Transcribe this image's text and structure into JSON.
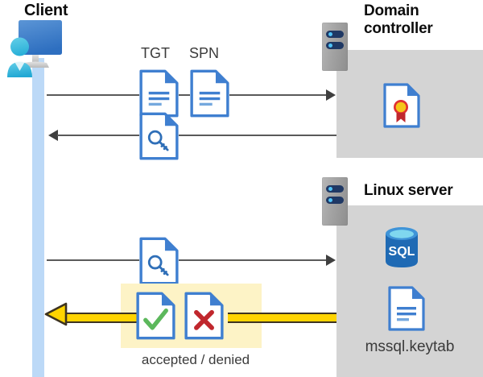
{
  "diagram": {
    "type": "sequence-diagram",
    "title_nodes": {
      "client": "Client",
      "domain_controller": "Domain\ncontroller",
      "domain_controller_line1": "Domain",
      "domain_controller_line2": "controller",
      "linux_server": "Linux server"
    },
    "colors": {
      "panel_gray": "#d4d4d4",
      "lifeline_blue": "#bcd9f7",
      "highlight_yellow": "#fdf3c6",
      "arrow_yellow": "#ffd400",
      "doc_blue": "#3f7fd0",
      "sql_blue": "#1f6ab4",
      "check_green": "#5cb85c",
      "cross_red": "#c0272d",
      "seal_gold": "#f5c518",
      "line_gray": "#5a5a5a"
    },
    "labels": {
      "tgt": "TGT",
      "spn": "SPN",
      "accepted_denied": "accepted / denied",
      "keytab": "mssql.keytab",
      "sql": "SQL"
    },
    "icons": {
      "client": "user-computer-icon",
      "server_rack": "server-rack-icon",
      "tgt_doc": "document-icon",
      "spn_doc": "document-icon",
      "ticket_key_doc": "document-key-icon",
      "request_key_doc": "document-key-icon",
      "certificate": "certificate-document-icon",
      "sql_database": "sql-database-icon",
      "keytab_doc": "document-icon",
      "accepted_doc": "document-check-icon",
      "denied_doc": "document-cross-icon"
    },
    "messages": [
      {
        "id": "msg-1",
        "direction": "right",
        "from": "client",
        "to": "domain_controller",
        "payload": [
          "TGT",
          "SPN"
        ]
      },
      {
        "id": "msg-2",
        "direction": "left",
        "from": "domain_controller",
        "to": "client",
        "payload": [
          "service-ticket"
        ]
      },
      {
        "id": "msg-3",
        "direction": "right",
        "from": "client",
        "to": "linux_server",
        "payload": [
          "service-ticket"
        ]
      },
      {
        "id": "msg-4",
        "direction": "left",
        "from": "linux_server",
        "to": "client",
        "payload": [
          "accepted",
          "denied"
        ],
        "highlighted": true
      }
    ]
  }
}
